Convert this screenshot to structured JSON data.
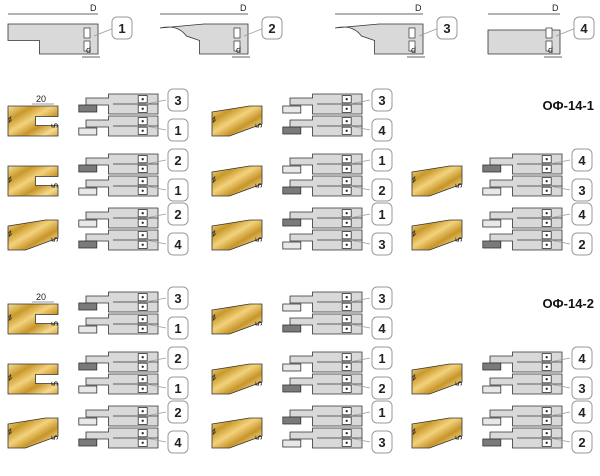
{
  "legend": {
    "dimension_label": "D",
    "height_label": "d",
    "cutters": [
      "1",
      "2",
      "3",
      "4"
    ]
  },
  "sets": [
    {
      "title": "ОФ-14-1",
      "dim_width": "20",
      "dim_step": "5",
      "pairs": [
        [
          "3",
          "1"
        ],
        [
          "3",
          "4"
        ],
        [
          "2",
          "1"
        ],
        [
          "1",
          "2"
        ],
        [
          "4",
          "3"
        ],
        [
          "2",
          "4"
        ],
        [
          "1",
          "3"
        ],
        [
          "4",
          "2"
        ]
      ]
    },
    {
      "title": "ОФ-14-2",
      "dim_width": "20",
      "dim_step": "5",
      "pairs": [
        [
          "3",
          "1"
        ],
        [
          "3",
          "4"
        ],
        [
          "2",
          "1"
        ],
        [
          "1",
          "2"
        ],
        [
          "4",
          "3"
        ],
        [
          "2",
          "4"
        ],
        [
          "1",
          "3"
        ],
        [
          "4",
          "2"
        ]
      ]
    }
  ],
  "colors": {
    "wood_light": "#f2d27a",
    "wood_dark": "#c79a2a",
    "cutter_fill": "#d9d9d9",
    "cutter_dark": "#7a7a7a",
    "outline": "#333333"
  }
}
